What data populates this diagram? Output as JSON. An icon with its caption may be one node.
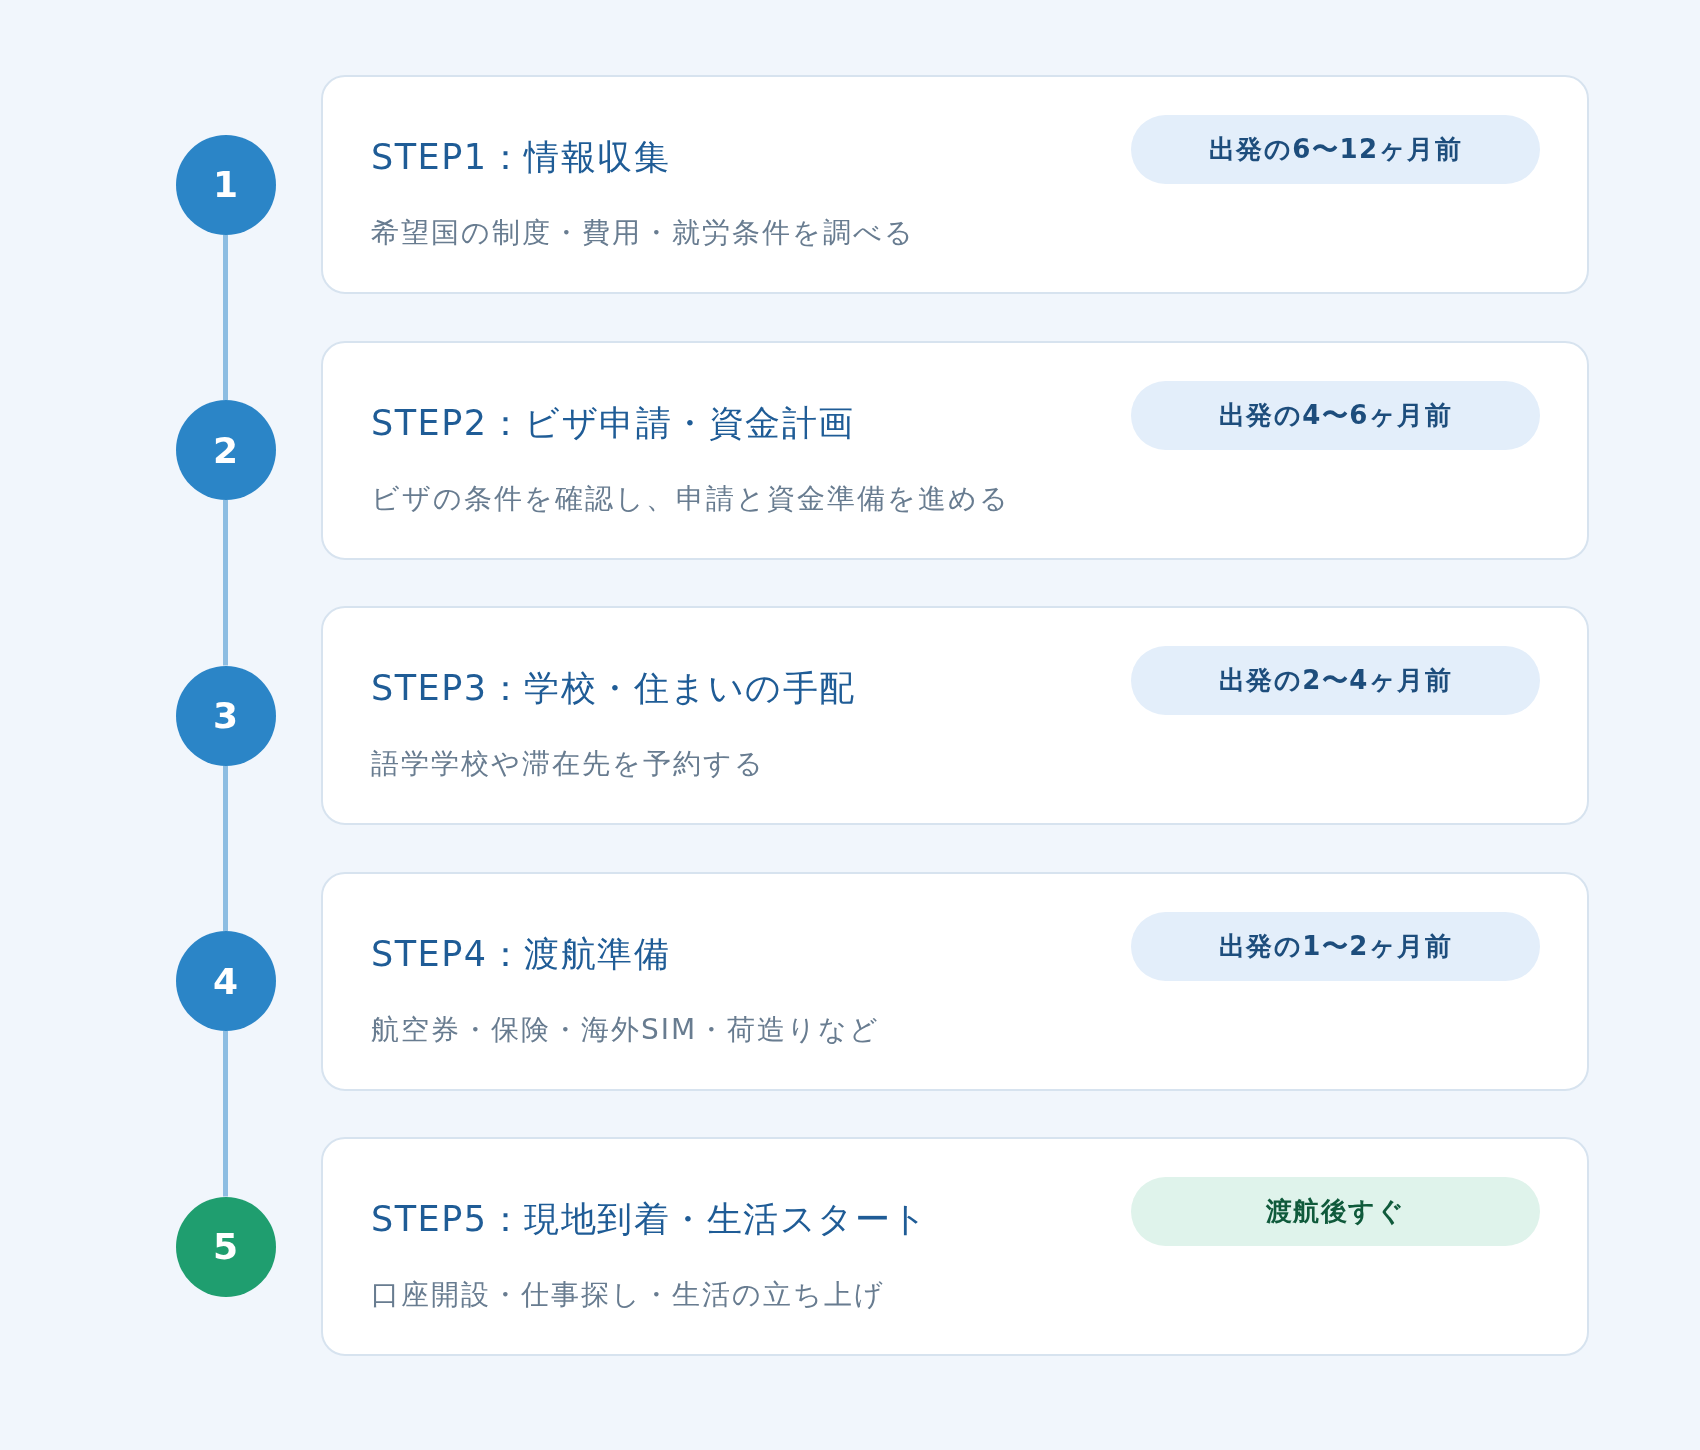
{
  "diagram": {
    "nodes": [
      {
        "text": [
          "1"
        ]
      },
      {
        "text": [
          "STEP1：情報収集",
          "希望国の制度・費用・就労条件を調べる"
        ]
      },
      {
        "text": [
          "出発の6〜12ヶ月前"
        ],
        "in": 1
      },
      {
        "text": [
          "2"
        ]
      },
      {
        "text": [
          "STEP2：ビザ申請・資金計画",
          "ビザの条件を確認し、申請と資金準備を進める"
        ]
      },
      {
        "text": [
          "出発の4〜6ヶ月前"
        ],
        "in": 4
      },
      {
        "text": [
          "3"
        ]
      },
      {
        "text": [
          "STEP3：学校・住まいの手配",
          "語学学校や滞在先を予約する"
        ]
      },
      {
        "text": [
          "出発の2〜4ヶ月前"
        ],
        "in": 7
      },
      {
        "text": [
          "4"
        ]
      },
      {
        "text": [
          "STEP4：渡航準備",
          "航空券・保険・海外SIM・荷造りなど"
        ]
      },
      {
        "text": [
          "出発の1〜2ヶ月前"
        ],
        "in": 10
      },
      {
        "text": [
          "5"
        ]
      },
      {
        "text": [
          "STEP5：現地到着・生活スタート",
          "口座開設・仕事探し・生活の立ち上げ"
        ]
      },
      {
        "text": [
          "渡航後すぐ"
        ],
        "in": 13
      }
    ],
    "edges": [
      {
        "from": 0,
        "to": 3,
        "arrow": "none"
      },
      {
        "from": 3,
        "to": 6,
        "arrow": "none"
      },
      {
        "from": 6,
        "to": 9,
        "arrow": "none"
      },
      {
        "from": 9,
        "to": 12,
        "arrow": "none"
      }
    ]
  }
}
